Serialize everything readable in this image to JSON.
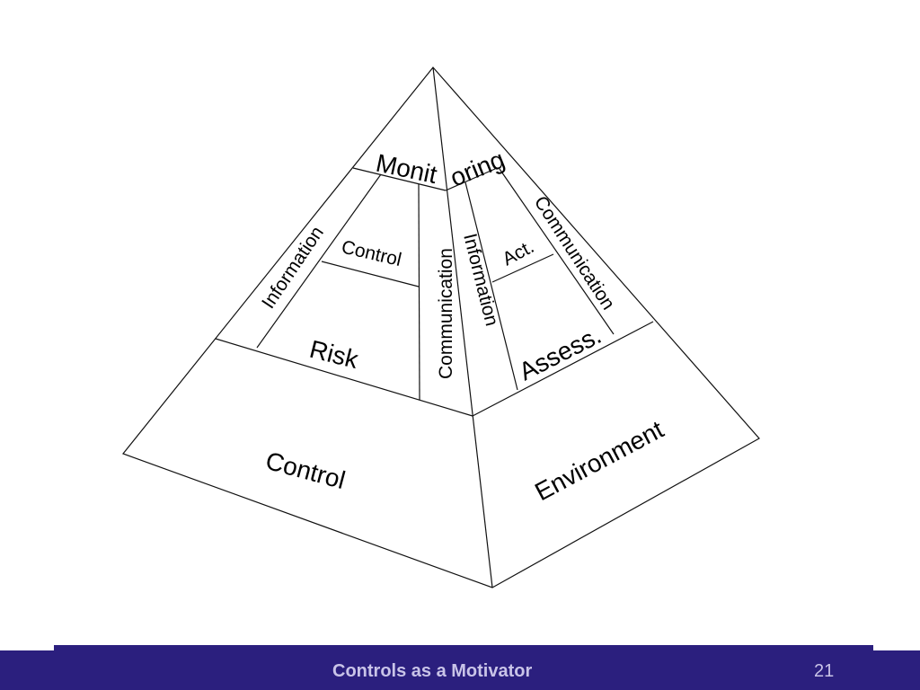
{
  "diagram": {
    "monitoring_left": "Monit",
    "monitoring_right": "oring",
    "information_left": "Information",
    "control_activities_left": "Control",
    "risk_left": "Risk",
    "communication_center": "Communication",
    "information_center": "Information",
    "control_activities_right": "Act.",
    "communication_right": "Communication",
    "risk_right": "Assess.",
    "base_left": "Control",
    "base_right": "Environment"
  },
  "footer": {
    "title": "Controls as a Motivator",
    "page_number": "21"
  },
  "colors": {
    "footer_background": "#2b1f7e",
    "footer_text": "#c9c4e8",
    "line": "#111111"
  }
}
